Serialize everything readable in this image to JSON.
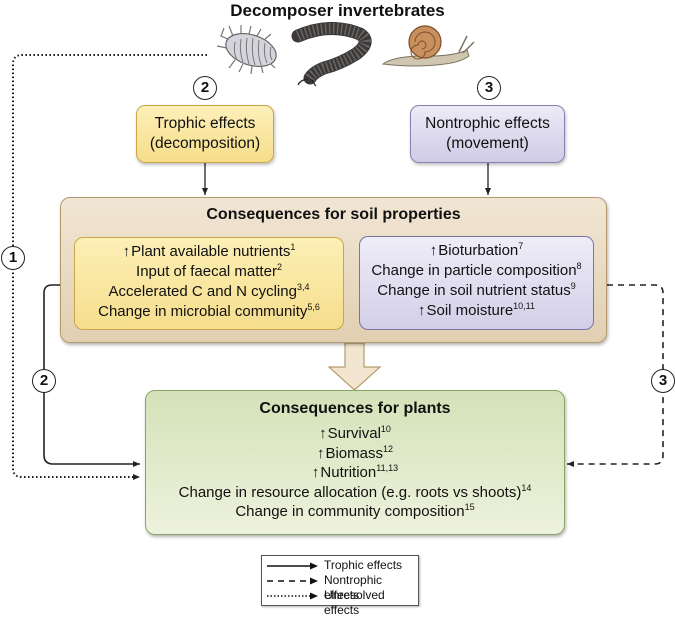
{
  "title": "Decomposer invertebrates",
  "organisms": [
    {
      "name": "woodlouse",
      "icon": "woodlouse-icon"
    },
    {
      "name": "millipede",
      "icon": "millipede-icon"
    },
    {
      "name": "snail",
      "icon": "snail-icon"
    }
  ],
  "pathway_markers": {
    "one": "1",
    "two_top": "2",
    "three_top": "3",
    "two_left": "2",
    "three_right": "3"
  },
  "trophic_box": {
    "line1": "Trophic effects",
    "line2": "(decomposition)"
  },
  "nontrophic_box": {
    "line1": "Nontrophic effects",
    "line2": "(movement)"
  },
  "soil": {
    "title": "Consequences for soil properties",
    "trophic_items": [
      {
        "up": true,
        "text": "Plant available nutrients",
        "refs": "1"
      },
      {
        "up": false,
        "text": "Input of faecal matter",
        "refs": "2"
      },
      {
        "up": false,
        "text": "Accelerated C and N cycling",
        "refs": "3,4"
      },
      {
        "up": false,
        "text": "Change in microbial community",
        "refs": "5,6"
      }
    ],
    "nontrophic_items": [
      {
        "up": true,
        "text": "Bioturbation",
        "refs": "7"
      },
      {
        "up": false,
        "text": "Change in particle composition",
        "refs": "8"
      },
      {
        "up": false,
        "text": "Change in soil nutrient status",
        "refs": "9"
      },
      {
        "up": true,
        "text": "Soil moisture",
        "refs": "10,11"
      }
    ]
  },
  "plants": {
    "title": "Consequences for plants",
    "items": [
      {
        "up": true,
        "text": "Survival",
        "refs": "10"
      },
      {
        "up": true,
        "text": "Biomass",
        "refs": "12"
      },
      {
        "up": true,
        "text": "Nutrition",
        "refs": "11,13"
      },
      {
        "up": false,
        "text": "Change in resource allocation (e.g. roots vs shoots)",
        "refs": "14"
      },
      {
        "up": false,
        "text": "Change in community composition",
        "refs": "15"
      }
    ]
  },
  "up_arrow_glyph": "↑",
  "legend": [
    {
      "style": "solid",
      "label": "Trophic effects"
    },
    {
      "style": "dashed",
      "label": "Nontrophic effects"
    },
    {
      "style": "dotted",
      "label": "Unresolved effects"
    }
  ],
  "colors": {
    "trophic_fill": "#f6dd8a",
    "nontrophic_fill": "#d3cfe8",
    "soil_fill": "#e8d9bf",
    "plants_fill": "#dfe9c8",
    "arrow_fill": "#f3e6d0",
    "line": "#222222"
  }
}
